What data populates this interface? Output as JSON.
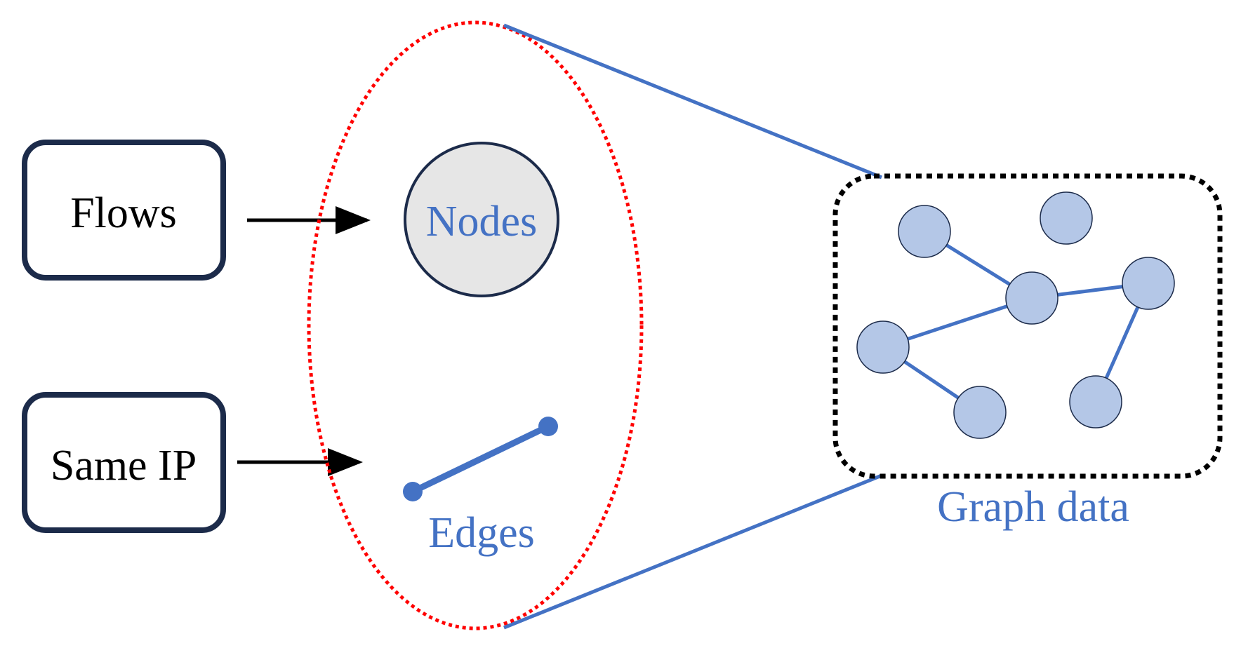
{
  "inputs": {
    "flows_label": "Flows",
    "same_ip_label": "Same IP"
  },
  "components": {
    "nodes_label": "Nodes",
    "edges_label": "Edges"
  },
  "graph": {
    "caption": "Graph data"
  },
  "colors": {
    "box_border": "#1c2b4a",
    "accent_blue": "#4472c4",
    "node_fill": "#b4c7e7",
    "nodes_circle_fill": "#e6e6e6",
    "dotted_red": "#ff0000",
    "frame_black": "#000000",
    "text_black": "#000000"
  }
}
